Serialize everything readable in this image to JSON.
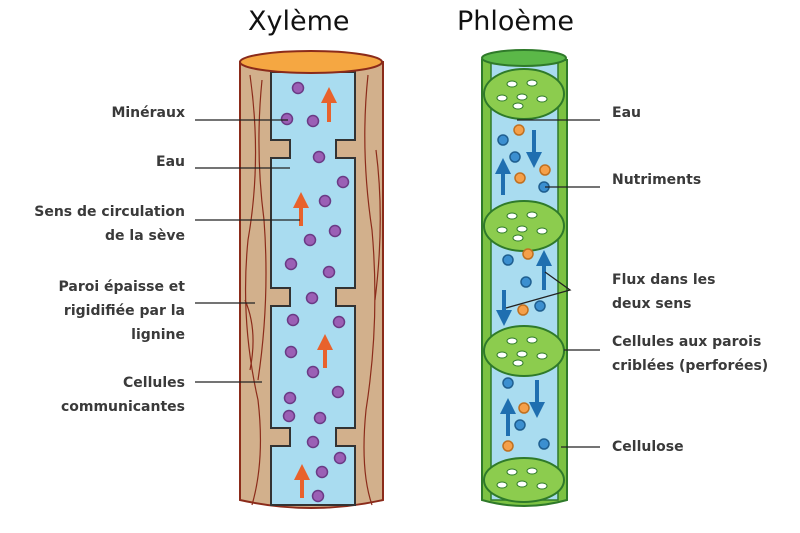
{
  "titles": {
    "xylem": "Xylème",
    "phloem": "Phloème"
  },
  "xylem_labels": {
    "minerals": "Minéraux",
    "water": "Eau",
    "sap_flow_1": "Sens de circulation",
    "sap_flow_2": "de la sève",
    "wall_1": "Paroi épaisse et",
    "wall_2": "rigidifiée par la",
    "wall_3": "lignine",
    "cells_1": "Cellules",
    "cells_2": "communicantes"
  },
  "phloem_labels": {
    "water": "Eau",
    "nutrients": "Nutriments",
    "flux_1": "Flux dans les",
    "flux_2": "deux sens",
    "sieve_1": "Cellules aux parois",
    "sieve_2": "criblées (perforées)",
    "cellulose": "Cellulose"
  },
  "colors": {
    "xylem_wall": "#d2b08c",
    "xylem_top": "#f5a742",
    "lumen": "#a9dcf0",
    "mineral": "#9b5fb5",
    "arrow_orange": "#e8622c",
    "phloem_wall": "#7cc242",
    "nutrient_blue": "#3b8fd0",
    "nutrient_orange": "#f5a04a",
    "arrow_blue": "#1f6fb0"
  }
}
